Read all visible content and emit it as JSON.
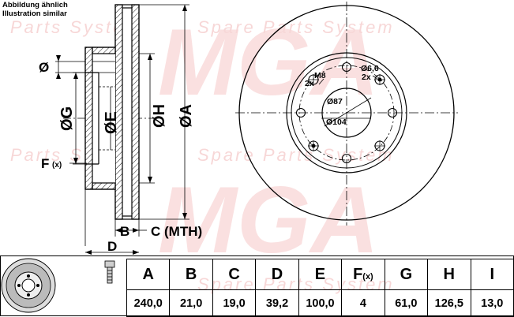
{
  "header": {
    "line1": "Abbildung ähnlich",
    "line2": "Illustration similar"
  },
  "watermark": {
    "brand": "MGA",
    "tagline": "Spare Parts System"
  },
  "side_view": {
    "labels": {
      "phi": "Ø",
      "g": "ØG",
      "e": "ØE",
      "h": "ØH",
      "a": "ØA",
      "f": "F",
      "f_sub": "(x)",
      "b": "B",
      "c": "C (MTH)",
      "d": "D"
    }
  },
  "front_view": {
    "labels": {
      "m8": "M8",
      "m8_count": "2x",
      "hole": "Ø6,6",
      "hole_count": "2x",
      "d87": "Ø87",
      "d104": "Ø104"
    }
  },
  "table": {
    "headers": [
      {
        "main": "A",
        "sub": ""
      },
      {
        "main": "B",
        "sub": ""
      },
      {
        "main": "C",
        "sub": ""
      },
      {
        "main": "D",
        "sub": ""
      },
      {
        "main": "E",
        "sub": ""
      },
      {
        "main": "F",
        "sub": "(x)"
      },
      {
        "main": "G",
        "sub": ""
      },
      {
        "main": "H",
        "sub": ""
      },
      {
        "main": "I",
        "sub": ""
      }
    ],
    "values": [
      "240,0",
      "21,0",
      "19,0",
      "39,2",
      "100,0",
      "4",
      "61,0",
      "126,5",
      "13,0"
    ]
  }
}
